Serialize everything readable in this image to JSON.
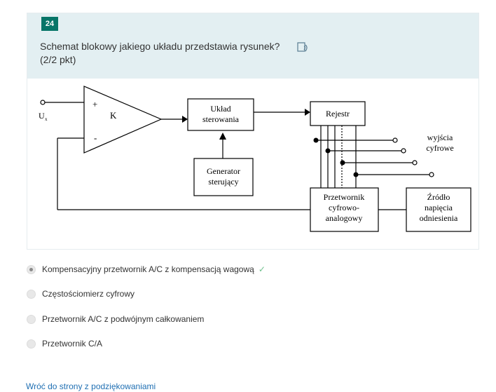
{
  "question": {
    "number": "24",
    "title": "Schemat blokowy jakiego układu przedstawia rysunek?",
    "points": "(2/2 pkt)",
    "speaker_icon": "immersive-reader-icon"
  },
  "diagram": {
    "labels": {
      "input": "U",
      "input_sub": "x",
      "plus": "+",
      "minus": "-",
      "gain": "K",
      "control_line1": "Układ",
      "control_line2": "sterowania",
      "register": "Rejestr",
      "generator_line1": "Generator",
      "generator_line2": "sterujący",
      "outputs_line1": "wyjścia",
      "outputs_line2": "cyfrowe",
      "dac_line1": "Przetwornik",
      "dac_line2": "cyfrowo-",
      "dac_line3": "analogowy",
      "ref_line1": "Źródło",
      "ref_line2": "napięcia",
      "ref_line3": "odniesienia"
    }
  },
  "options": [
    {
      "label": "Kompensacyjny przetwornik A/C z kompensacją wagową",
      "selected": true,
      "correct": true
    },
    {
      "label": "Częstościomierz cyfrowy",
      "selected": false
    },
    {
      "label": "Przetwornik A/C z podwójnym całkowaniem",
      "selected": false
    },
    {
      "label": "Przetwornik C/A",
      "selected": false
    }
  ],
  "colors": {
    "accent": "#077568",
    "header_bg": "#e3eff2",
    "link": "#1f6fb3",
    "check": "#6cc08b"
  },
  "back_link": "Wróć do strony z podziękowaniami"
}
